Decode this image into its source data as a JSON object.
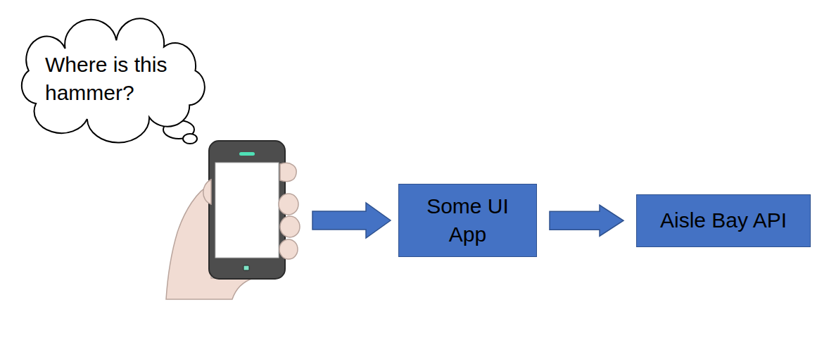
{
  "diagram": {
    "nodes": [
      {
        "text": [
          "Where is this hammer?"
        ]
      },
      {
        "text": [
          "Some UI App"
        ]
      },
      {
        "text": [
          "Aisle Bay API"
        ]
      }
    ],
    "edges": [
      {
        "from": 1,
        "to": 2,
        "arrow": "to"
      }
    ]
  }
}
